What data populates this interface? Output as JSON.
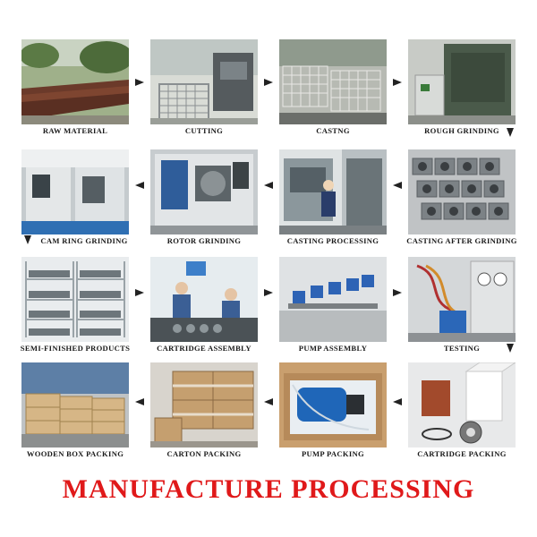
{
  "title": "MANUFACTURE PROCESSING",
  "steps": [
    {
      "label": "RAW MATERIAL"
    },
    {
      "label": "CUTTING"
    },
    {
      "label": "CASTNG"
    },
    {
      "label": "ROUGH GRINDING"
    },
    {
      "label": "CASTING AFTER GRINDING"
    },
    {
      "label": "CASTING PROCESSING"
    },
    {
      "label": "ROTOR GRINDING"
    },
    {
      "label": "CAM RING GRINDING"
    },
    {
      "label": "SEMI-FINISHED PRODUCTS"
    },
    {
      "label": "CARTRIDGE ASSEMBLY"
    },
    {
      "label": "PUMP ASSEMBLY"
    },
    {
      "label": "TESTING"
    },
    {
      "label": "CARTRIDGE PACKING"
    },
    {
      "label": "PUMP PACKING"
    },
    {
      "label": "CARTON PACKING"
    },
    {
      "label": "WOODEN BOX PACKING"
    }
  ],
  "colors": {
    "title": "#e0191a",
    "arrow": "#222222"
  }
}
